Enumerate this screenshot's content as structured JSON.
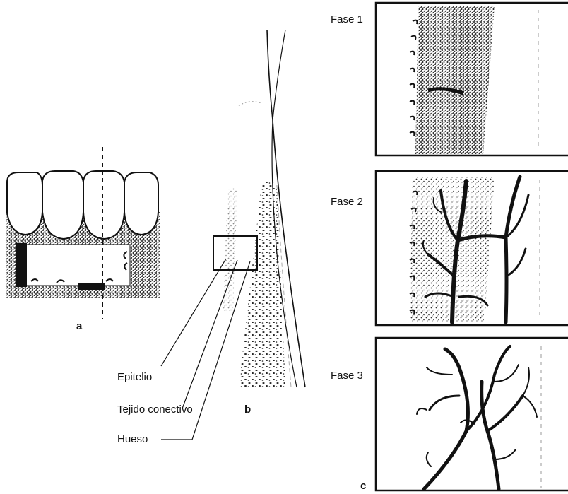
{
  "panels": {
    "a": {
      "letter": "a"
    },
    "b": {
      "letter": "b",
      "labels": [
        "Epitelio",
        "Tejido conectivo",
        "Hueso"
      ]
    },
    "c": {
      "letter": "c",
      "phases": [
        "Fase 1",
        "Fase 2",
        "Fase 3"
      ]
    }
  },
  "colors": {
    "ink": "#111111",
    "stipple": "#2a2a2a",
    "paper": "#ffffff"
  }
}
